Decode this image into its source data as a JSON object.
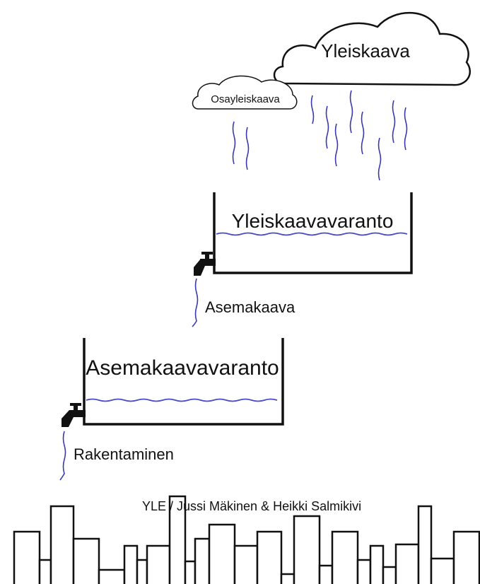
{
  "clouds": {
    "large_label": "Yleiskaava",
    "small_label": "Osayleiskaava"
  },
  "tanks": {
    "upper_label": "Yleiskaavavaranto",
    "lower_label": "Asemakaavavaranto"
  },
  "flows": {
    "upper_tap_label": "Asemakaava",
    "lower_tap_label": "Rakentaminen"
  },
  "credit": "YLE / Jussi Mäkinen & Heikki Salmikivi",
  "colors": {
    "ink": "#111111",
    "rain": "#3a3ab0",
    "water": "#4a4ac8"
  }
}
